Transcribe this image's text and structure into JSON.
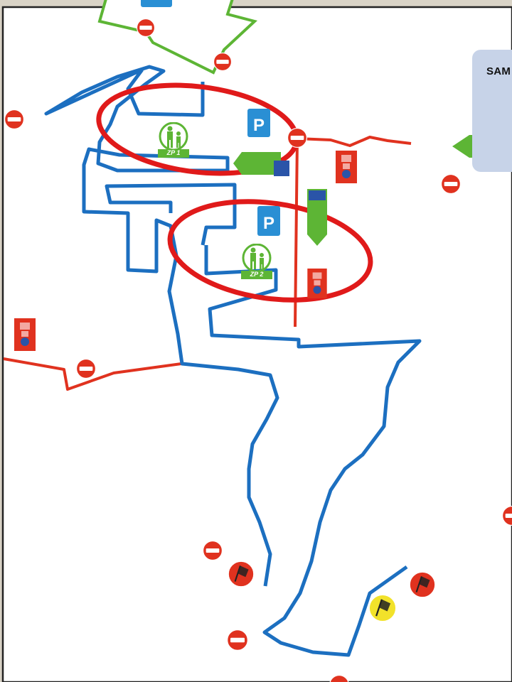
{
  "info_box": {
    "label": "SAM"
  },
  "parking": {
    "sign_1": "P",
    "sign_2": "P"
  },
  "zones": {
    "zp1_label": "ZP 1",
    "zp2_label": "ZP 2"
  },
  "icons": {
    "no_entry": "no-entry-icon",
    "parking": "parking-icon",
    "pedestrian_zone": "pedestrian-zone-icon",
    "checkered_flag": "checkered-flag-icon",
    "first_aid": "first-aid-icon",
    "direction_arrow": "direction-arrow-icon"
  },
  "colors": {
    "route_blue": "#1c6fc0",
    "route_red": "#e0321f",
    "highlight_ellipse": "#e01a1a",
    "arrow_green": "#5db535",
    "parking_blue": "#2a8fd4",
    "info_box_bg": "#c7d3e8",
    "flag_yellow": "#f2e22a"
  }
}
